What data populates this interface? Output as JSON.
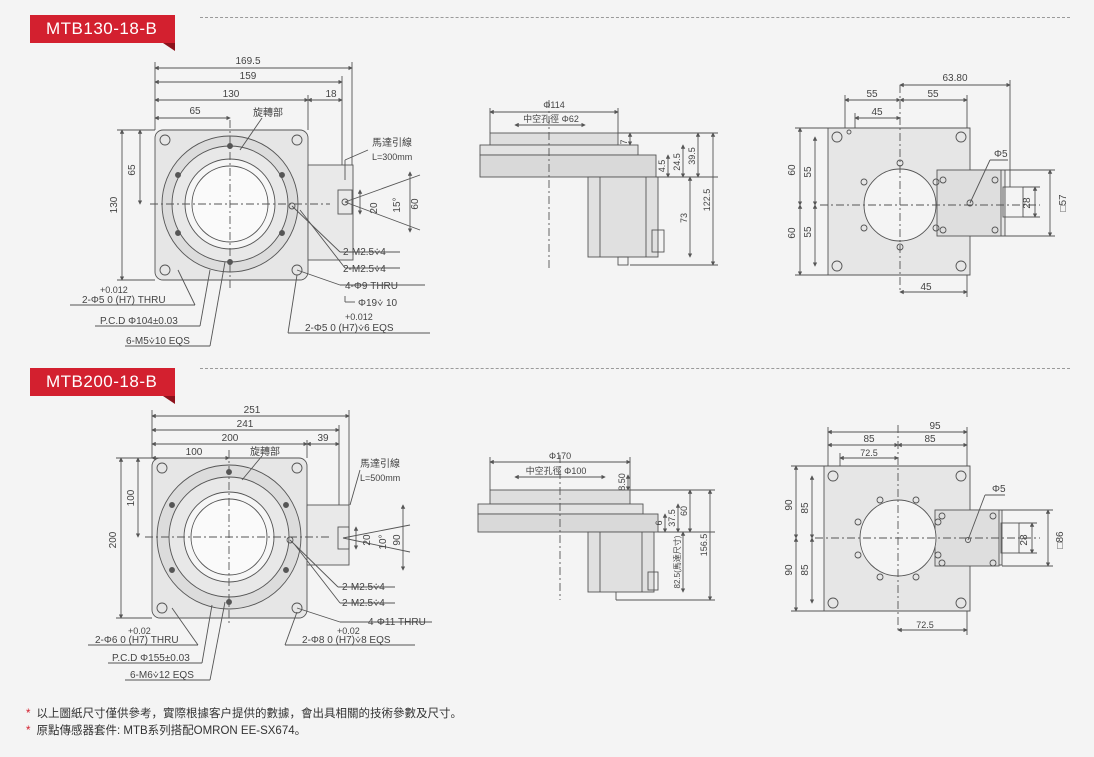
{
  "sections": [
    {
      "title": "MTB130-18-B",
      "top": {
        "d_169_5": "169.5",
        "d_159": "159",
        "d_130": "130",
        "d_18": "18",
        "d_65": "65",
        "rotate": "旋轉部",
        "h_65": "65",
        "h_130": "130",
        "motor_lead": "馬達引線",
        "lead_len": "L=300mm",
        "d_20": "20",
        "d_15": "15°",
        "d_60": "60",
        "m25a": "2-M2.5⩒4",
        "m25b": "2-M2.5⩒4",
        "thru": "4-Φ9 THRU",
        "cb": "Φ19⩒ 10",
        "tol1": "+0.012",
        "pin1": "2-Φ5   0   (H7) THRU",
        "pcd": "P.C.D  Φ104±0.03",
        "m5": "6-M5⩒10 EQS",
        "tol2": "+0.012",
        "pin2": "2-Φ5   0   (H7)⩒6 EQS"
      },
      "side": {
        "phi_outer": "Φ114",
        "hollow": "中空孔徑  Φ62",
        "d7": "7",
        "d4_5": "4.5",
        "d24_5": "24.5",
        "d39_5": "39.5",
        "d122_5": "122.5",
        "d73": "73"
      },
      "back": {
        "d63_8": "63.80",
        "d55a": "55",
        "d55b": "55",
        "d45a": "45",
        "phi5": "Φ5",
        "v60a": "60",
        "v55a": "55",
        "v60b": "60",
        "v55b": "55",
        "d28": "28",
        "sq57": "□57",
        "d45b": "45"
      }
    },
    {
      "title": "MTB200-18-B",
      "top": {
        "d_251": "251",
        "d_241": "241",
        "d_200": "200",
        "d_39": "39",
        "d_100": "100",
        "rotate": "旋轉部",
        "h_100": "100",
        "h_200": "200",
        "motor_lead": "馬達引線",
        "lead_len": "L=500mm",
        "d_20": "20",
        "d_10": "10°",
        "d_90": "90",
        "m25a": "2-M2.5⩒4",
        "m25b": "2-M2.5⩒4",
        "thru": "4-Φ11 THRU",
        "tol1": "+0.02",
        "pin1": "2-Φ6   0   (H7) THRU",
        "pcd": "P.C.D  Φ155±0.03",
        "m6": "6-M6⩒12 EQS",
        "tol2": "+0.02",
        "pin2": "2-Φ8   0  (H7)⩒8 EQS"
      },
      "side": {
        "phi_outer": "Φ170",
        "hollow": "中空孔徑  Φ100",
        "d8_5": "8.50",
        "d6": "6",
        "d37_5": "37.5",
        "d60": "60",
        "d156_5": "156.5",
        "d82_5": "82.5(馬達尺寸)"
      },
      "back": {
        "d95": "95",
        "d85a": "85",
        "d85b": "85",
        "d72_5a": "72.5",
        "phi5": "Φ5",
        "v90a": "90",
        "v85a": "85",
        "v90b": "90",
        "v85b": "85",
        "d28": "28",
        "sq86": "□86",
        "d72_5b": "72.5"
      }
    }
  ],
  "notes": [
    "以上圖紙尺寸僅供參考，實際根據客户提供的數據，會出具相關的技術參數及尺寸。",
    "原點傳感器套件: MTB系列搭配OMRON EE-SX674。"
  ]
}
